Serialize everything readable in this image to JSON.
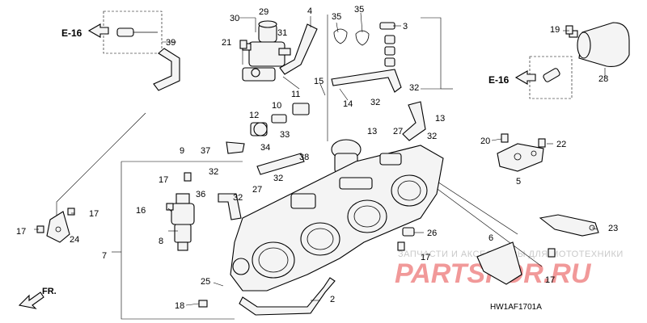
{
  "diagram": {
    "ref_e16_left": "E-16",
    "ref_e16_right": "E-16",
    "diagram_code": "HW1AF1701A",
    "direction_label": "FR.",
    "watermark_top": "ЗАПЧАСТИ И АКСЕССУАРЫ ДЛЯ МОТОТЕХНИКИ",
    "watermark_main": "PARTSFOR.RU",
    "callouts": [
      "30",
      "29",
      "31",
      "4",
      "35",
      "35",
      "3",
      "39",
      "21",
      "19",
      "28",
      "11",
      "10",
      "12",
      "15",
      "14",
      "32",
      "32",
      "13",
      "13",
      "34",
      "33",
      "27",
      "32",
      "20",
      "22",
      "9",
      "37",
      "38",
      "32",
      "5",
      "17",
      "36",
      "32",
      "27",
      "32",
      "16",
      "17",
      "17",
      "24",
      "26",
      "23",
      "8",
      "6",
      "7",
      "25",
      "17",
      "18",
      "2",
      "17"
    ]
  }
}
